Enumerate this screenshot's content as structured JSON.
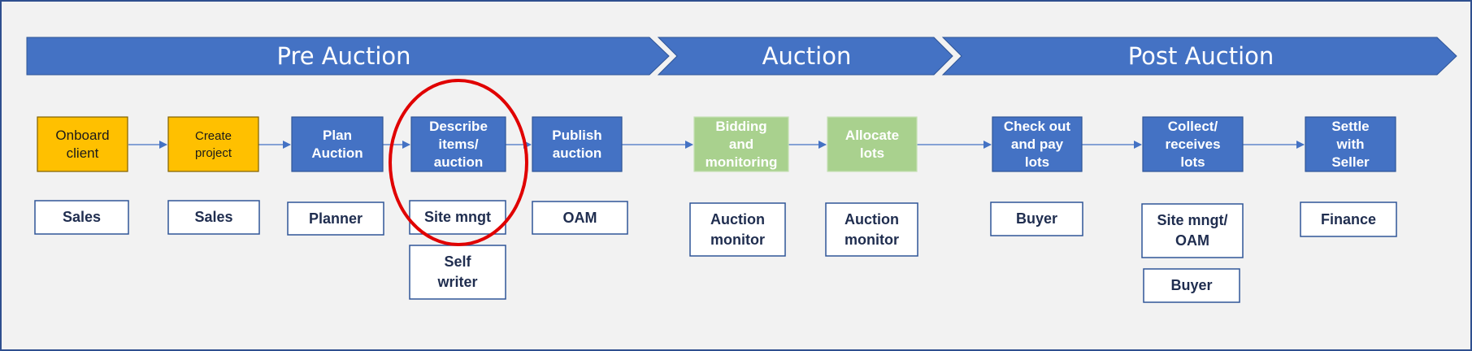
{
  "colors": {
    "background": "#f2f2f2",
    "frame_border": "#2f4f8f",
    "banner_fill": "#4472c4",
    "step_blue": "#4472c4",
    "step_yellow": "#ffc000",
    "step_green": "#a9d18e",
    "role_border": "#2f5597",
    "highlight_circle": "#e00000"
  },
  "phases": [
    {
      "label": "Pre Auction"
    },
    {
      "label": "Auction"
    },
    {
      "label": "Post Auction"
    }
  ],
  "steps": [
    {
      "label": "Onboard\nclient",
      "color": "yellow"
    },
    {
      "label": "Create\nproject",
      "color": "yellow"
    },
    {
      "label": "Plan\nAuction",
      "color": "blue"
    },
    {
      "label": "Describe\nitems/\nauction",
      "color": "blue"
    },
    {
      "label": "Publish\nauction",
      "color": "blue"
    },
    {
      "label": "Bidding\nand\nmonitoring",
      "color": "green"
    },
    {
      "label": "Allocate\nlots",
      "color": "green"
    },
    {
      "label": "Check out\nand pay\nlots",
      "color": "blue"
    },
    {
      "label": "Collect/\nreceives\nlots",
      "color": "blue"
    },
    {
      "label": "Settle\nwith\nSeller",
      "color": "blue"
    }
  ],
  "roles": [
    {
      "label": "Sales"
    },
    {
      "label": "Sales"
    },
    {
      "label": "Planner"
    },
    {
      "label": "Site mngt"
    },
    {
      "label": "Self\nwriter"
    },
    {
      "label": "OAM"
    },
    {
      "label": "Auction\nmonitor"
    },
    {
      "label": "Auction\nmonitor"
    },
    {
      "label": "Buyer"
    },
    {
      "label": "Site mngt/\nOAM"
    },
    {
      "label": "Buyer"
    },
    {
      "label": "Finance"
    }
  ],
  "highlight": {
    "shape": "circle",
    "target": "Describe\nitems/\nauction"
  }
}
